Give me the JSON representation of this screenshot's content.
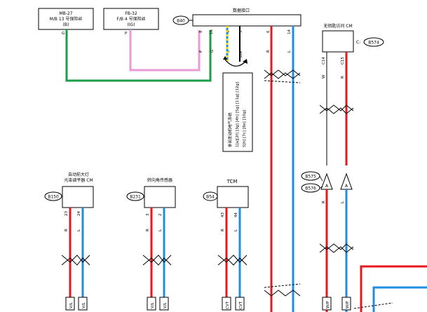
{
  "fuse_left": {
    "line1": "MB-27",
    "line2": "M/B 13 号保险丝",
    "line3": "(B)"
  },
  "fuse_right": {
    "line1": "FB-32",
    "line2": "F/B 4 号保险丝",
    "line3": "(IG)"
  },
  "data_connector": {
    "title": "数据接口",
    "id": "B40",
    "pins": {
      "p8": "8",
      "p16": "16",
      "p4": "4",
      "p5": "5",
      "p6": "6",
      "p14": "14"
    },
    "wires": {
      "p8": "P",
      "p16": "G",
      "p4": "*3",
      "p5": "B/R",
      "p6": "R",
      "p14": "L"
    }
  },
  "fuse_left_wire": "G",
  "fuse_right_wire": "P",
  "note_box": {
    "line1": "参阅发动机电气系统",
    "line2": "1[a][2f] [3g] [4h] [5g] [11g] [12g]",
    "line3": "5[h] [7c] [8e] [10g]"
  },
  "keyless": {
    "title": "无钥匙访问 CM",
    "id": "B574",
    "prefix": "C:",
    "pin_left": "C14",
    "pin_right": "C15",
    "wire_left": "W",
    "wire_right": "R"
  },
  "splices": {
    "s1": "B575",
    "s2": "B576",
    "mark": "A",
    "wire_left": "R",
    "wire_right": "L",
    "bottom_left": "W/P",
    "bottom_right": "W/P"
  },
  "modules": [
    {
      "title1": "自动前大灯",
      "title2": "光束调平器 CM",
      "id": "B150",
      "pin_left": "23",
      "pin_right": "24",
      "wire_left": "R",
      "wire_right": "L",
      "bottom_left": "V/L",
      "bottom_right": "V/L"
    },
    {
      "title1": "",
      "title2": "转向角传感器",
      "id": "B231",
      "pin_left": "3",
      "pin_right": "2",
      "wire_left": "R",
      "wire_right": "L",
      "bottom_left": "V/L",
      "bottom_right": "V/L"
    },
    {
      "title1": "",
      "title2": "TCM",
      "id": "B54",
      "pin_left": "43",
      "pin_right": "44",
      "wire_left": "R",
      "wire_right": "L",
      "bottom_left": "CVT",
      "bottom_right": "CVT"
    }
  ],
  "colors": {
    "red": "#e8161d",
    "blue": "#1e8fe0",
    "green": "#1a9e4a",
    "pink": "#e79ad3"
  }
}
